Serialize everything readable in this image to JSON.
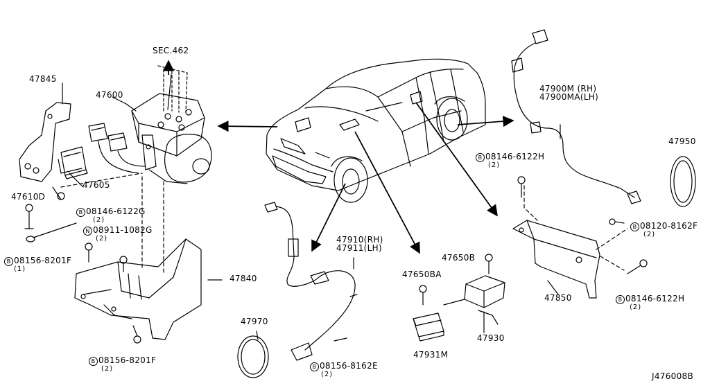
{
  "diagram_id": "J476008B",
  "colors": {
    "line": "#000000",
    "background": "#ffffff"
  },
  "section_ref": "SEC.462",
  "parts": {
    "p47845": "47845",
    "p47600": "47600",
    "p47605": "47605",
    "p47610d": "47610D",
    "p47840": "47840",
    "p47900m": "47900M (RH)",
    "p47900ma": "47900MA(LH)",
    "p47950": "47950",
    "p47910": "47910(RH)",
    "p47911": "47911(LH)",
    "p47970": "47970",
    "p47650b": "47650B",
    "p47650ba": "47650BA",
    "p47930": "47930",
    "p47931m": "47931M",
    "p47850": "47850"
  },
  "fasteners": [
    {
      "badge": "B",
      "code": "08146-6122G",
      "qty": "(2)"
    },
    {
      "badge": "N",
      "code": "08911-1082G",
      "qty": "(2)"
    },
    {
      "badge": "B",
      "code": "08156-8201F",
      "qty": "(1)"
    },
    {
      "badge": "B",
      "code": "08156-8201F",
      "qty": "(2)"
    },
    {
      "badge": "B",
      "code": "08156-8162E",
      "qty": "(2)"
    },
    {
      "badge": "B",
      "code": "08146-6122H",
      "qty": "(2)"
    },
    {
      "badge": "B",
      "code": "08120-8162F",
      "qty": "(2)"
    },
    {
      "badge": "B",
      "code": "08146-6122H",
      "qty": "(2)"
    }
  ]
}
